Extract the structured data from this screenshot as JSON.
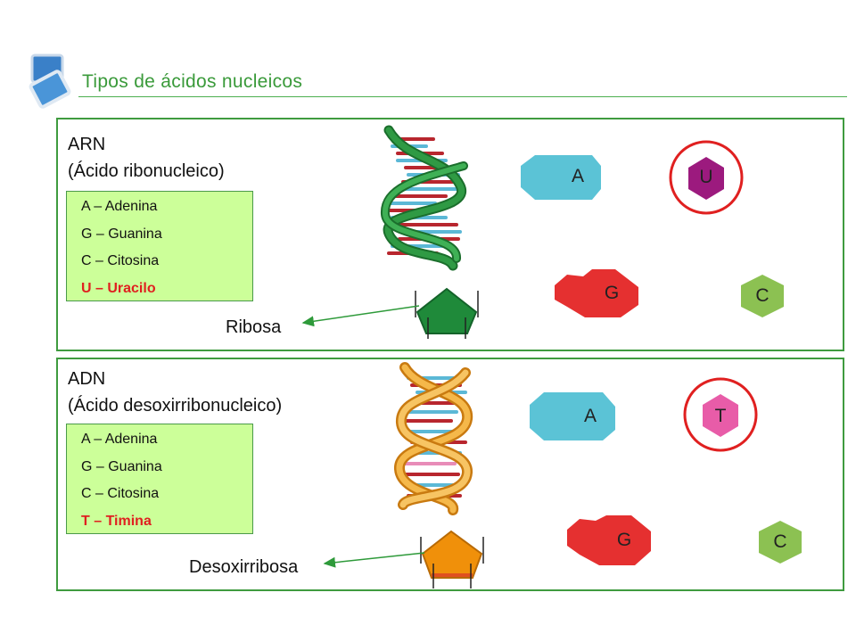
{
  "slide": {
    "title": "Tipos de ácidos nucleicos",
    "icon": "stacked-windows-icon"
  },
  "rna": {
    "heading_line1": "ARN",
    "heading_line2": "(Ácido ribonucleico)",
    "bases": [
      {
        "text": "A – Adenina",
        "highlight": false
      },
      {
        "text": "G – Guanina",
        "highlight": false
      },
      {
        "text": "C – Citosina",
        "highlight": false
      },
      {
        "text": "U – Uracilo",
        "highlight": true
      }
    ],
    "sugar": "Ribosa",
    "base_labels": {
      "a": "A",
      "u": "U",
      "g": "G",
      "c": "C"
    }
  },
  "dna": {
    "heading_line1": "ADN",
    "heading_line2": "(Ácido desoxirribonucleico)",
    "bases": [
      {
        "text": "A – Adenina",
        "highlight": false
      },
      {
        "text": "G – Guanina",
        "highlight": false
      },
      {
        "text": "C – Citosina",
        "highlight": false
      },
      {
        "text": "T – Timina",
        "highlight": true
      }
    ],
    "sugar": "Desoxirribosa",
    "base_labels": {
      "a": "A",
      "t": "T",
      "g": "G",
      "c": "C"
    }
  },
  "colors": {
    "adenine": "#5bc3d6",
    "guanine": "#e53030",
    "cytosine": "#8cc152",
    "uracil": "#9c1a7e",
    "thymine": "#e85ca8",
    "ribose": "#1f8a3a",
    "deoxyribose": "#f0900a",
    "panel_border": "#3f9b3f",
    "highlight_ring": "#e02020"
  }
}
